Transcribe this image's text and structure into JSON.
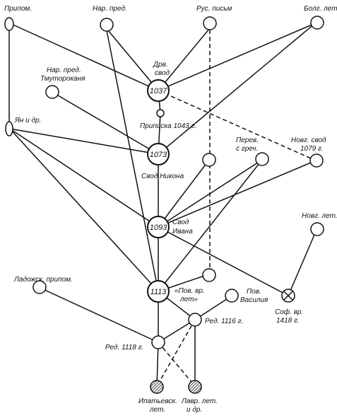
{
  "labels": {
    "pripom": "Припом.",
    "nar_pred": "Нар. пред.",
    "rus_pism": "Рус. письм",
    "bolg_let": "Болг. лет.",
    "drv_svod_1": "Дрв.",
    "drv_svod_2": "свод",
    "nar_pred_tmut_1": "Нар. пред.",
    "nar_pred_tmut_2": "Тмутороканя",
    "yan": "Ян и др.",
    "pripiska": "Приписка 1043 г.",
    "perev_1": "Перев.",
    "perev_2": "с греч.",
    "novg_svod_1": "Новг. свод",
    "novg_svod_2": "1079 г.",
    "svod_nikona": "Свод Никона",
    "novg_let": "Новг. лет.",
    "svod_ivana_1": "Свод",
    "svod_ivana_2": "Ивана",
    "ladozhsk": "Ладожск. припом.",
    "pov_vr_1": "«Пов. вр.",
    "pov_vr_2": "лет»",
    "pov_vasiliya_1": "Пов.",
    "pov_vasiliya_2": "Василия",
    "sof_vr_1": "Соф. вр.",
    "sof_vr_2": "1418 г.",
    "red_1116": "Ред. 1116 г.",
    "red_1118": "Ред. 1118 г.",
    "ipat_1": "Ипатьевск.",
    "ipat_2": "лет.",
    "lavr_1": "Лавр. лет.",
    "lavr_2": "и др."
  },
  "years": {
    "y1037": "1037",
    "y1073": "1073",
    "y1093": "1093",
    "y1113": "1113"
  }
}
